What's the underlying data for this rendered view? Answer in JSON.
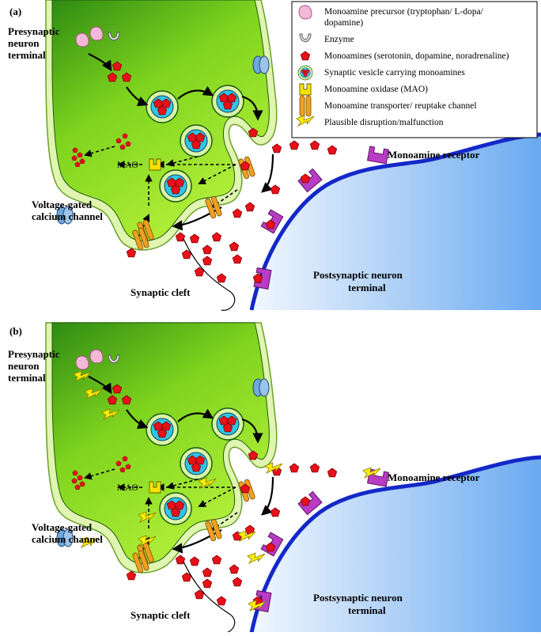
{
  "panels": [
    {
      "id": "a",
      "label": "(a)",
      "presynaptic_label": [
        "Presynaptic",
        "neuron",
        "terminal"
      ],
      "calcium_label": [
        "Voltage-gated",
        "calcium channel"
      ],
      "cleft_label": "Synaptic cleft",
      "receptor_label": "Monoamine receptor",
      "post_label": [
        "Postsynaptic neuron",
        "terminal"
      ],
      "mao_label": "MAO",
      "show_disruption": false
    },
    {
      "id": "b",
      "label": "(b)",
      "presynaptic_label": [
        "Presynaptic",
        "neuron",
        "terminal"
      ],
      "calcium_label": [
        "Voltage-gated",
        "calcium channel"
      ],
      "cleft_label": "Synaptic cleft",
      "receptor_label": "Monoamine receptor",
      "post_label": [
        "Postsynaptic neuron",
        "terminal"
      ],
      "mao_label": "MAO",
      "show_disruption": true
    }
  ],
  "legend": [
    {
      "icon": "precursor-icon",
      "lines": [
        "Monoamine precursor (tryptophan/ L-dopa/",
        "dopamine)"
      ]
    },
    {
      "icon": "enzyme-icon",
      "lines": [
        "Enzyme"
      ]
    },
    {
      "icon": "monoamine-icon",
      "lines": [
        "Monoamines (serotonin, dopamine, noradrenaline)"
      ]
    },
    {
      "icon": "vesicle-icon",
      "lines": [
        "Synaptic vesicle carrying monoamines"
      ]
    },
    {
      "icon": "mao-icon",
      "lines": [
        "Monoamine oxidase (MAO)"
      ]
    },
    {
      "icon": "transporter-icon",
      "lines": [
        "Monoamine transporter/ reuptake channel"
      ]
    },
    {
      "icon": "lightning-icon",
      "lines": [
        "Plausible disruption/malfunction"
      ]
    }
  ],
  "colors": {
    "presynaptic_dark": "#2e8b12",
    "presynaptic_light": "#a8ee2a",
    "membrane_outer": "#dff5b0",
    "postsynaptic_light": "#e8f2fd",
    "postsynaptic_dark": "#6aaaf0",
    "post_membrane": "#1428c8",
    "monoamine": "#e8101a",
    "vesicle_fill": "#2ec6e6",
    "receptor": "#b83cc4",
    "transporter": "#f0a020",
    "mao": "#f7e400",
    "calcium_channel": "#6fa8dc",
    "precursor": "#f4b8d8",
    "lightning": "#ffee00"
  }
}
